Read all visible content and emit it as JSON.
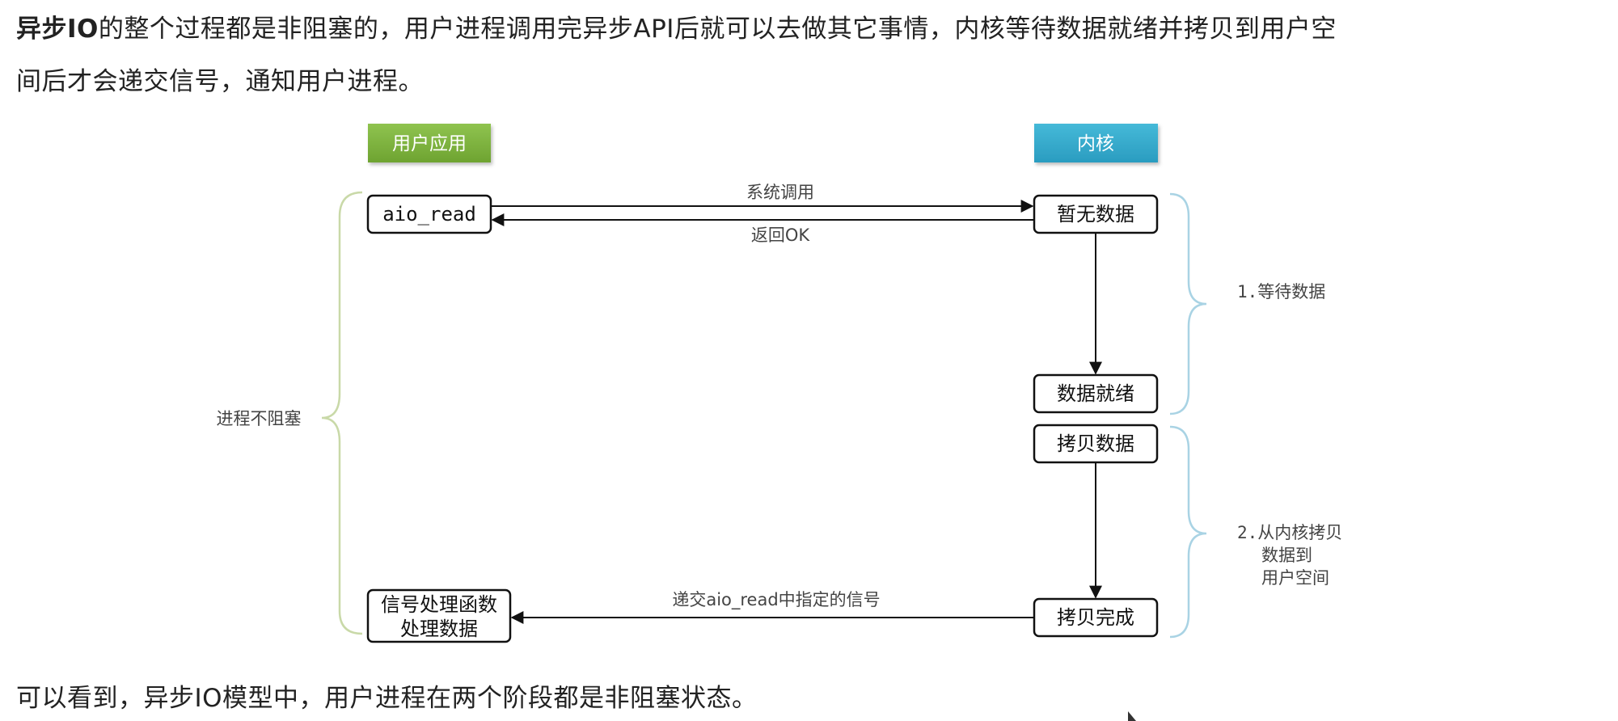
{
  "paragraphs": {
    "intro_bold": "异步IO",
    "intro_rest": "的整个过程都是非阻塞的，用户进程调用完异步API后就可以去做其它事情，内核等待数据就绪并拷贝到用户空",
    "intro_line2": "间后才会递交信号，通知用户进程。",
    "conclusion": "可以看到，异步IO模型中，用户进程在两个阶段都是非阻塞状态。"
  },
  "diagram": {
    "user_header": "用户应用",
    "kernel_header": "内核",
    "user_boxes": {
      "aio_read": "aio_read",
      "handler_line1": "信号处理函数",
      "handler_line2": "处理数据"
    },
    "kernel_boxes": {
      "no_data": "暂无数据",
      "data_ready": "数据就绪",
      "copy_data": "拷贝数据",
      "copy_done": "拷贝完成"
    },
    "arrows": {
      "syscall": "系统调用",
      "return_ok": "返回OK",
      "signal": "递交aio_read中指定的信号"
    },
    "left_brace_label": "进程不阻塞",
    "phase1": "1.等待数据",
    "phase2_line1": "2.从内核拷贝",
    "phase2_line2": "数据到",
    "phase2_line3": "用户空间"
  },
  "colors": {
    "user_header_green": "#79b23a",
    "kernel_header_blue": "#2fa8cc",
    "left_brace": "#c9d9a8",
    "right_brace": "#a9d3e4"
  }
}
